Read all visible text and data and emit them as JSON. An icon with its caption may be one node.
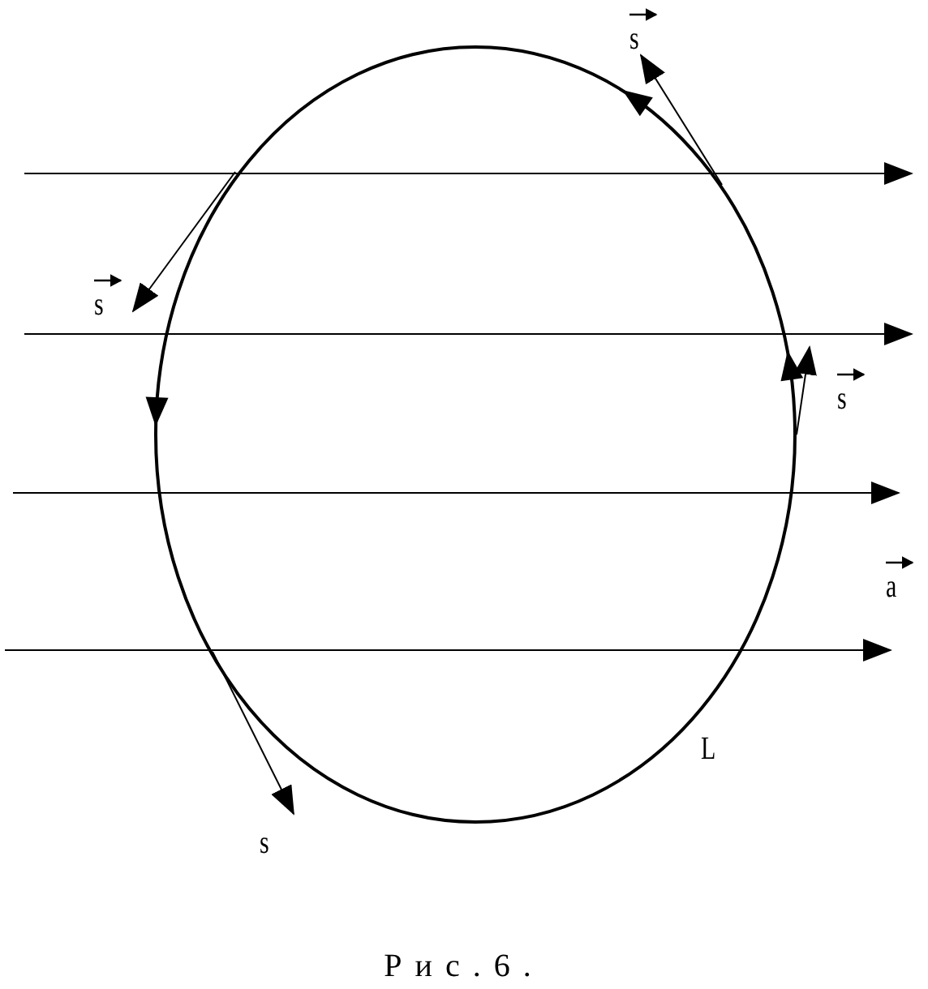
{
  "diagram": {
    "caption": "Рис.6.",
    "labels": [
      "s",
      "s",
      "s",
      "a",
      "L",
      "s"
    ]
  }
}
